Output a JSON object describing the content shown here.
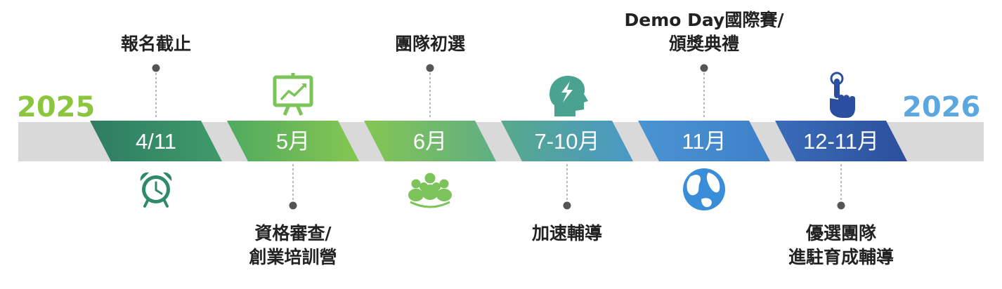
{
  "years": {
    "start": "2025",
    "end": "2026"
  },
  "colors": {
    "track": "#d9d9d9",
    "year_start": "#8cc63f",
    "year_end": "#5ca7de",
    "leader": "#555555",
    "icon_green_dark": "#2f8a6a",
    "icon_green": "#7cc45a",
    "icon_teal": "#4aa391",
    "icon_blue": "#3a8dd8",
    "icon_navy": "#2b4f9e"
  },
  "milestones": [
    {
      "date": "4/11",
      "label_lines": [
        "報名截止"
      ],
      "label_position": "top",
      "icon": "alarm-clock-icon",
      "icon_position": "bottom",
      "gradient": [
        "#2e7d62",
        "#3f9a6a"
      ]
    },
    {
      "date": "5月",
      "label_lines": [
        "資格審查/",
        "創業培訓營"
      ],
      "label_position": "bottom",
      "icon": "presentation-chart-icon",
      "icon_position": "top",
      "gradient": [
        "#4faa60",
        "#86c751"
      ]
    },
    {
      "date": "6月",
      "label_lines": [
        "團隊初選"
      ],
      "label_position": "top",
      "icon": "team-group-icon",
      "icon_position": "bottom",
      "gradient": [
        "#84c652",
        "#5fae84"
      ]
    },
    {
      "date": "7-10月",
      "label_lines": [
        "加速輔導"
      ],
      "label_position": "bottom",
      "icon": "head-lightning-icon",
      "icon_position": "top",
      "gradient": [
        "#57a98b",
        "#4a98c6"
      ]
    },
    {
      "date": "11月",
      "label_lines": [
        "Demo Day國際賽/",
        "頒獎典禮"
      ],
      "label_position": "top",
      "icon": "globe-icon",
      "icon_position": "bottom",
      "gradient": [
        "#4a94d2",
        "#3f80c8"
      ]
    },
    {
      "date": "12-11月",
      "label_lines": [
        "優選團隊",
        "進駐育成輔導"
      ],
      "label_position": "bottom",
      "icon": "pointing-hand-icon",
      "icon_position": "top",
      "gradient": [
        "#3a6cb8",
        "#2c4f9c"
      ]
    }
  ]
}
